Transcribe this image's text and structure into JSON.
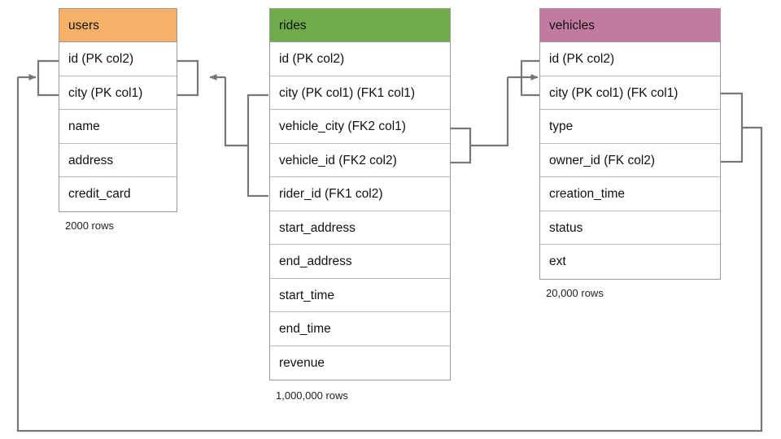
{
  "diagram": {
    "title": "database-schema-er-diagram",
    "background": "#ffffff",
    "wire_color": "#777777",
    "border_color": "#9a9a9a"
  },
  "tables": [
    {
      "id": "users",
      "name": "users",
      "header_color": "#F5B167",
      "row_count_label": "2000 rows",
      "columns": [
        "id (PK col2)",
        "city (PK col1)",
        "name",
        "address",
        "credit_card"
      ]
    },
    {
      "id": "rides",
      "name": "rides",
      "header_color": "#6FAB4B",
      "row_count_label": "1,000,000 rows",
      "columns": [
        "id (PK col2)",
        "city (PK col1) (FK1 col1)",
        "vehicle_city (FK2 col1)",
        "vehicle_id (FK2 col2)",
        "rider_id (FK1 col2)",
        "start_address",
        "end_address",
        "start_time",
        "end_time",
        "revenue"
      ]
    },
    {
      "id": "vehicles",
      "name": "vehicles",
      "header_color": "#C27BA0",
      "row_count_label": "20,000 rows",
      "columns": [
        "id (PK col2)",
        "city (PK col1) (FK col1)",
        "type",
        "owner_id (FK col2)",
        "creation_time",
        "status",
        "ext"
      ]
    }
  ],
  "relationships": [
    {
      "id": "rides-fk1-users",
      "from_table": "rides",
      "from_columns": [
        "city (PK col1) (FK1 col1)",
        "rider_id (FK1 col2)"
      ],
      "to_table": "users",
      "to_columns": [
        "id (PK col2)",
        "city (PK col1)"
      ],
      "label": "rides.FK1 -> users"
    },
    {
      "id": "rides-fk2-vehicles",
      "from_table": "rides",
      "from_columns": [
        "vehicle_city (FK2 col1)",
        "vehicle_id (FK2 col2)"
      ],
      "to_table": "vehicles",
      "to_columns": [
        "id (PK col2)",
        "city (PK col1) (FK col1)"
      ],
      "label": "rides.FK2 -> vehicles"
    },
    {
      "id": "vehicles-fk-users",
      "from_table": "vehicles",
      "from_columns": [
        "city (PK col1) (FK col1)",
        "owner_id (FK col2)"
      ],
      "to_table": "users",
      "to_columns": [
        "id (PK col2)",
        "city (PK col1)"
      ],
      "label": "vehicles.FK -> users"
    }
  ]
}
